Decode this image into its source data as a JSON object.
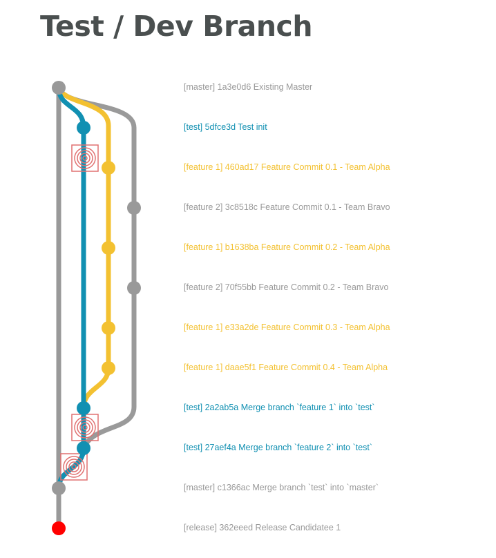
{
  "title": "Test / Dev Branch",
  "colors": {
    "master": "#999999",
    "test": "#1190b2",
    "feature1": "#f3c131",
    "feature2": "#9a9a9a",
    "release": "#ff0000",
    "marker": "#e07070",
    "title": "#4a4f4f"
  },
  "commits": [
    {
      "branch": "master",
      "text": "[master] 1a3e0d6 Existing Master"
    },
    {
      "branch": "test",
      "text": "[test] 5dfce3d Test init"
    },
    {
      "branch": "feature1",
      "text": "[feature 1] 460ad17 Feature Commit 0.1 - Team Alpha"
    },
    {
      "branch": "feature2",
      "text": "[feature 2] 3c8518c Feature Commit 0.1 - Team Bravo"
    },
    {
      "branch": "feature1",
      "text": "[feature 1] b1638ba Feature Commit 0.2 - Team Alpha"
    },
    {
      "branch": "feature2",
      "text": "[feature 2] 70f55bb Feature Commit 0.2 - Team Bravo"
    },
    {
      "branch": "feature1",
      "text": "[feature 1] e33a2de Feature Commit 0.3 - Team Alpha"
    },
    {
      "branch": "feature1",
      "text": "[feature 1] daae5f1 Feature Commit 0.4 - Team Alpha"
    },
    {
      "branch": "test",
      "text": "[test] 2a2ab5a Merge branch `feature 1` into `test`"
    },
    {
      "branch": "test",
      "text": "[test] 27aef4a Merge branch `feature 2` into `test`"
    },
    {
      "branch": "master",
      "text": "[master] c1366ac Merge branch `test` into `master`"
    },
    {
      "branch": "release",
      "text": "[release] 362eeed Release Candidatee 1"
    }
  ]
}
